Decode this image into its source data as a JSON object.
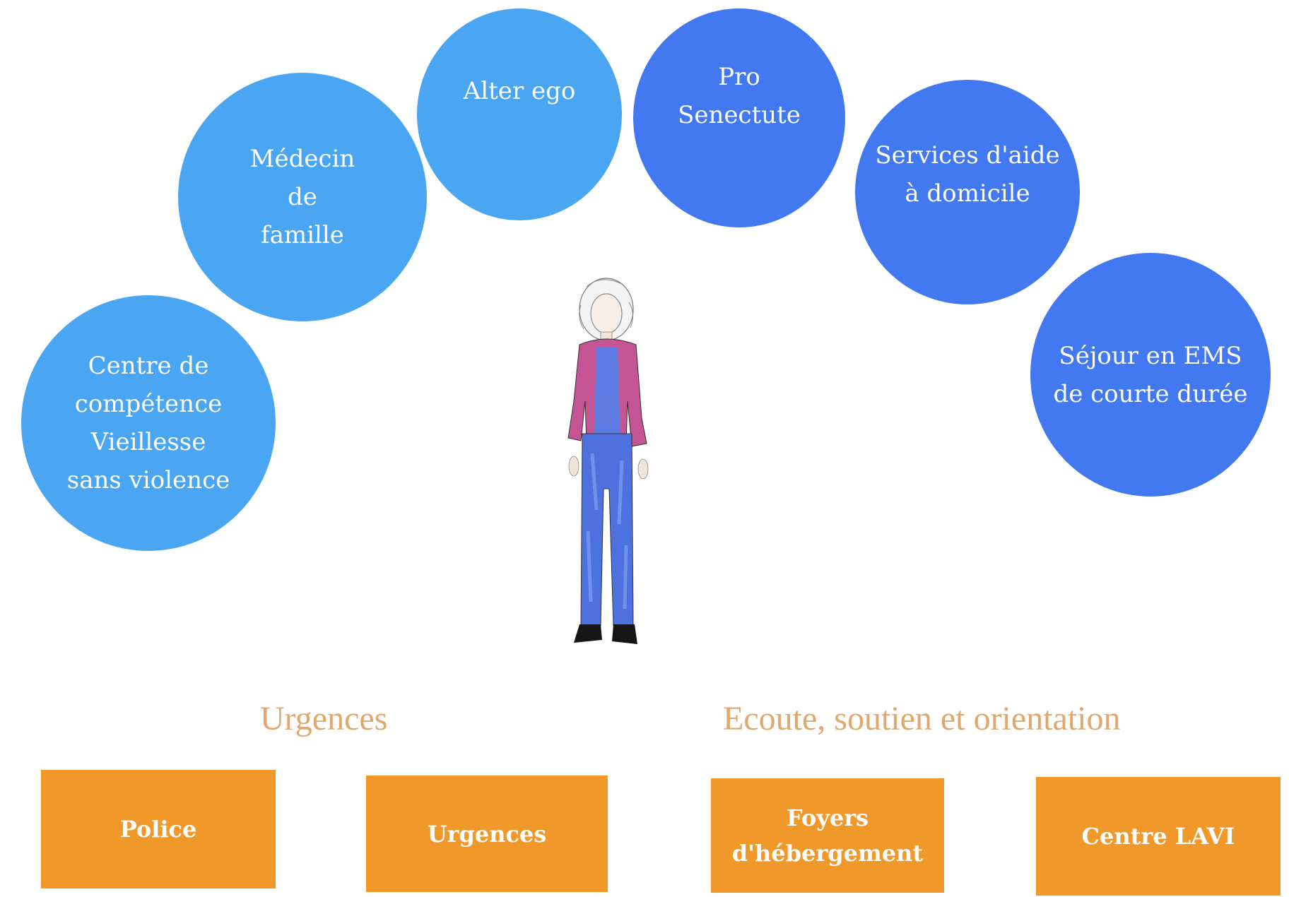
{
  "colors": {
    "bubble_light": "#4aa6f2",
    "bubble_dark": "#4279f0",
    "section_title": "#e0a86d",
    "box": "#f1982a"
  },
  "bubbles": [
    {
      "label": "Centre de\ncompétence\nVieillesse\nsans violence"
    },
    {
      "label": "Médecin\nde\nfamille"
    },
    {
      "label": "Alter ego"
    },
    {
      "label": "Pro\nSenectute"
    },
    {
      "label": "Services d'aide\nà domicile"
    },
    {
      "label": "Séjour en EMS\nde courte durée"
    }
  ],
  "sections": {
    "urgences_title": "Urgences",
    "ecoute_title": "Ecoute, soutien et orientation"
  },
  "boxes": [
    {
      "label": "Police"
    },
    {
      "label": "Urgences"
    },
    {
      "label": "Foyers\nd'hébergement"
    },
    {
      "label": "Centre LAVI"
    }
  ],
  "illustration": {
    "icon": "elderly-woman-illustration"
  }
}
